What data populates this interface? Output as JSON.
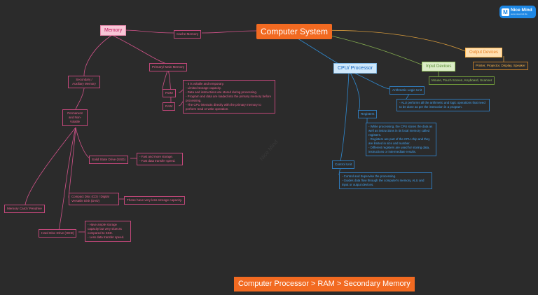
{
  "logo": {
    "mark": "M",
    "name": "Nice Mind",
    "tagline": "www.nicemind.life"
  },
  "watermark": "Nice Mind",
  "root": "Computer System",
  "memory": {
    "title": "Memory",
    "cache": "Cache Memory",
    "primary": "Primary/ Main Memory",
    "rom": "ROM",
    "ram": "RAM",
    "ram_notes": [
      "- It is volatile and temporary.",
      "- Limited storage capacity.",
      "- Data and instructions are stored during processing.",
      "- Program and data are loaded into the primary memory before processing.",
      "- The CPU interacts directly with the primary memory to perform read or write operation."
    ],
    "secondary": "Secondary / Auxiliary Memory",
    "permanent": "Permanent and Non-Volatile",
    "ssd": "Solid State Drive (SSD)",
    "ssd_notes": [
      "- Fast and more storage.",
      "- Fast data transfer speed."
    ],
    "cd": "Compact Disc (CD) / Digital Versatile Disk (DVD)",
    "cd_note": "These have very less storage capacity.",
    "memory_card": "Memory Card / Pendrive",
    "hdd": "Hard Disc Drive (HDD)",
    "hdd_notes": [
      "- Have ample storage capacity but very slow as compared to SSD.",
      "- Less data transfer speed."
    ]
  },
  "cpu": {
    "title": "CPU/ Processor",
    "alu": "Arithmetic Logic Unit",
    "alu_note": "- ALU performs all the arithmetic and logic operations that need to be done as per the instruction in a program.",
    "registers": "Registers",
    "registers_notes": [
      "- While processing, the CPU stores the data as well as instructions in its local memory called registers.",
      "- Registers are part of the CPU chip and they are limited in size and number.",
      "- Different registers are used for storing data, instructions or intermediate results."
    ],
    "control": "Control Unit",
    "control_notes": [
      "- Control and Supervise the processing.",
      "- Guides data flow through the computer's memory, ALU and input or output devices."
    ]
  },
  "input": {
    "title": "Input Devices",
    "items": "Mouse, Touch Screen, Keyboard, Scanner"
  },
  "output": {
    "title": "Output Devices",
    "items": "Printer, Projector, Display, Speaker"
  },
  "footer": "Computer Processor > RAM > Secondary Memory",
  "colors": {
    "background": "#2b2b2b",
    "root": "#f26a21",
    "memory": "#f06292",
    "cpu": "#42a5f5",
    "input": "#9ccc65",
    "output": "#ffb74d"
  }
}
